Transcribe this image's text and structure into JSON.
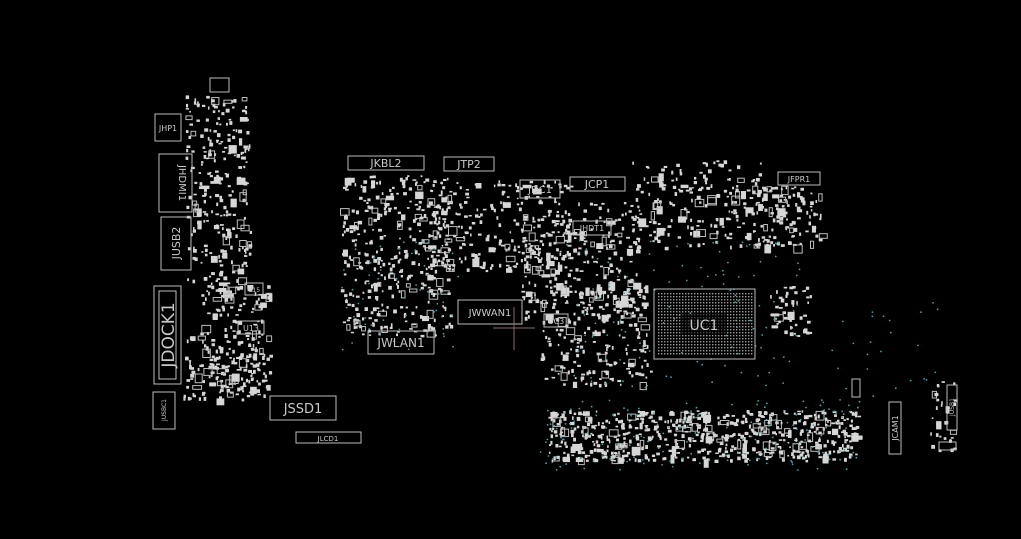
{
  "components": {
    "JHP1": "JHP1",
    "JHDMI1": "JHDMI1",
    "JUSB2": "JUSB2",
    "JDOCK1": "JDOCK1",
    "JUSBC1": "JUSBC1",
    "JKBL2": "JKBL2",
    "JTP2": "JTP2",
    "JDC1": "JDC1",
    "JCP1": "JCP1",
    "JHDT1": "JHDT1",
    "JFPR1": "JFPR1",
    "JWWAN1": "JWWAN1",
    "UC3": "UC3",
    "JWLAN1": "JWLAN1",
    "JSSD1": "JSSD1",
    "JLCD1": "JLCD1",
    "U15": "U15",
    "U13": "U13",
    "UC1": "UC1",
    "JCAM1": "JCAM1",
    "JUSB1": "JUSB1"
  },
  "colors": {
    "background": "#000000",
    "outline": "#bdbdbd",
    "pad": "#d6d6d6",
    "via": "#3fa6a6"
  }
}
